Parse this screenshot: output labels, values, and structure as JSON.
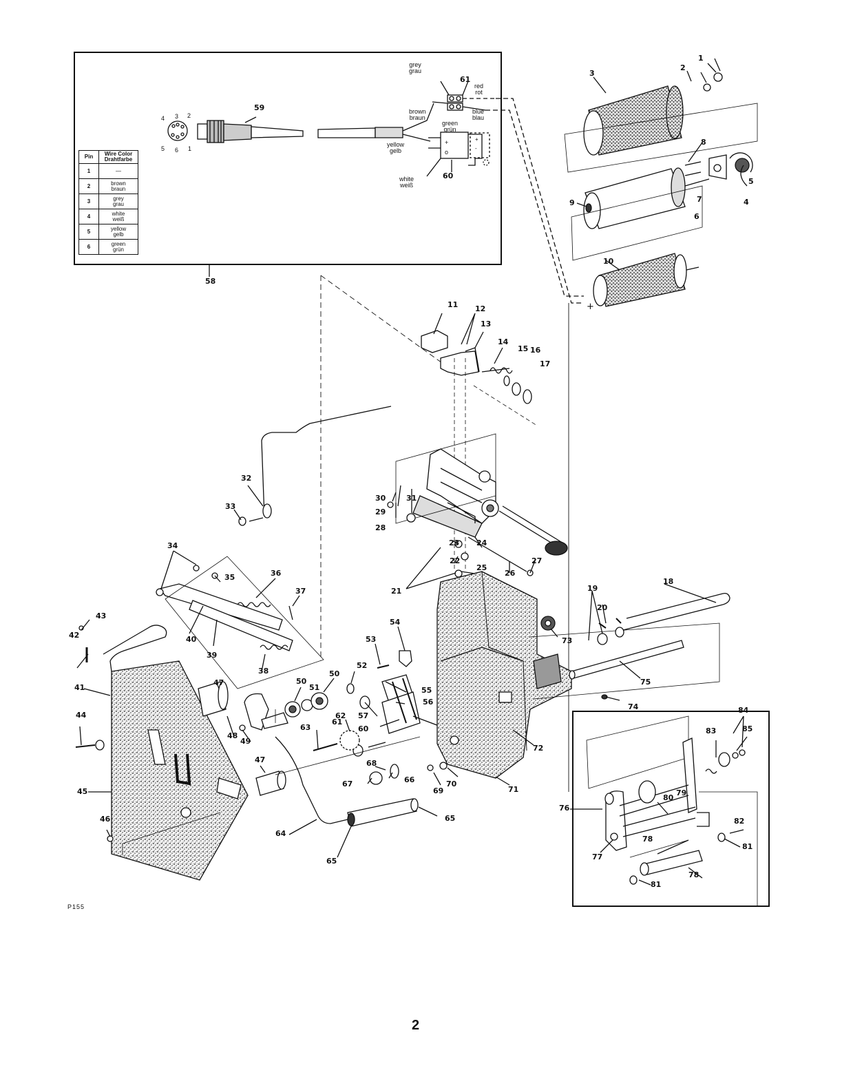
{
  "page_number": "2",
  "figure_code": "P155",
  "pin_table": {
    "header_pin": "Pin",
    "header_color": "Wire Color\nDrahtfarbe",
    "rows": [
      {
        "pin": "1",
        "color": "—"
      },
      {
        "pin": "2",
        "color": "brown\nbraun"
      },
      {
        "pin": "3",
        "color": "grey\ngrau"
      },
      {
        "pin": "4",
        "color": "white\nweiß"
      },
      {
        "pin": "5",
        "color": "yellow\ngelb"
      },
      {
        "pin": "6",
        "color": "green\ngrün"
      }
    ]
  },
  "wire_labels": {
    "grey": "grey",
    "grau": "grau",
    "red": "red",
    "rot": "rot",
    "brown": "brown",
    "braun": "braun",
    "blue": "blue",
    "blau": "blau",
    "green": "green",
    "grun": "grün",
    "yellow": "yellow",
    "gelb": "gelb",
    "white": "white",
    "weiss": "weiß"
  },
  "connector_pins": [
    "4",
    "3",
    "2",
    "5",
    "6",
    "1"
  ],
  "polarity_plus": "+",
  "callouts": [
    "1",
    "2",
    "3",
    "4",
    "5",
    "6",
    "7",
    "8",
    "9",
    "10",
    "11",
    "12",
    "13",
    "14",
    "15",
    "16",
    "17",
    "18",
    "19",
    "20",
    "21",
    "22",
    "23",
    "24",
    "25",
    "26",
    "27",
    "28",
    "29",
    "30",
    "31",
    "32",
    "33",
    "34",
    "35",
    "36",
    "37",
    "38",
    "39",
    "40",
    "41",
    "42",
    "43",
    "44",
    "45",
    "46",
    "47",
    "47",
    "48",
    "49",
    "50",
    "50",
    "51",
    "52",
    "53",
    "54",
    "55",
    "56",
    "57",
    "58",
    "59",
    "60",
    "60",
    "61",
    "61",
    "62",
    "63",
    "64",
    "65",
    "65",
    "66",
    "67",
    "68",
    "69",
    "70",
    "71",
    "72",
    "73",
    "74",
    "75",
    "76",
    "77",
    "78",
    "78",
    "79",
    "80",
    "81",
    "81",
    "82",
    "83",
    "84",
    "85"
  ]
}
